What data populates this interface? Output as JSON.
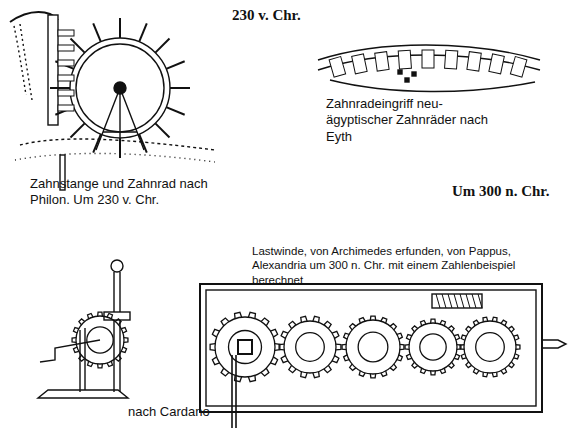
{
  "diagram": {
    "labels": [
      "230 v. Chr.",
      "Zahnradeingriff neu- ägyptischer Zahnräder nach Eyth",
      "Zahnstange und Zahnrad nach Philon. Um 230 v. Chr.",
      "Um 300 n. Chr.",
      "Lastwinde, von Archimedes erfunden, von Pappus, Alexandria um 300 n. Chr. mit einem Zahlenbeispiel berechnet",
      "nach Cardano"
    ]
  }
}
